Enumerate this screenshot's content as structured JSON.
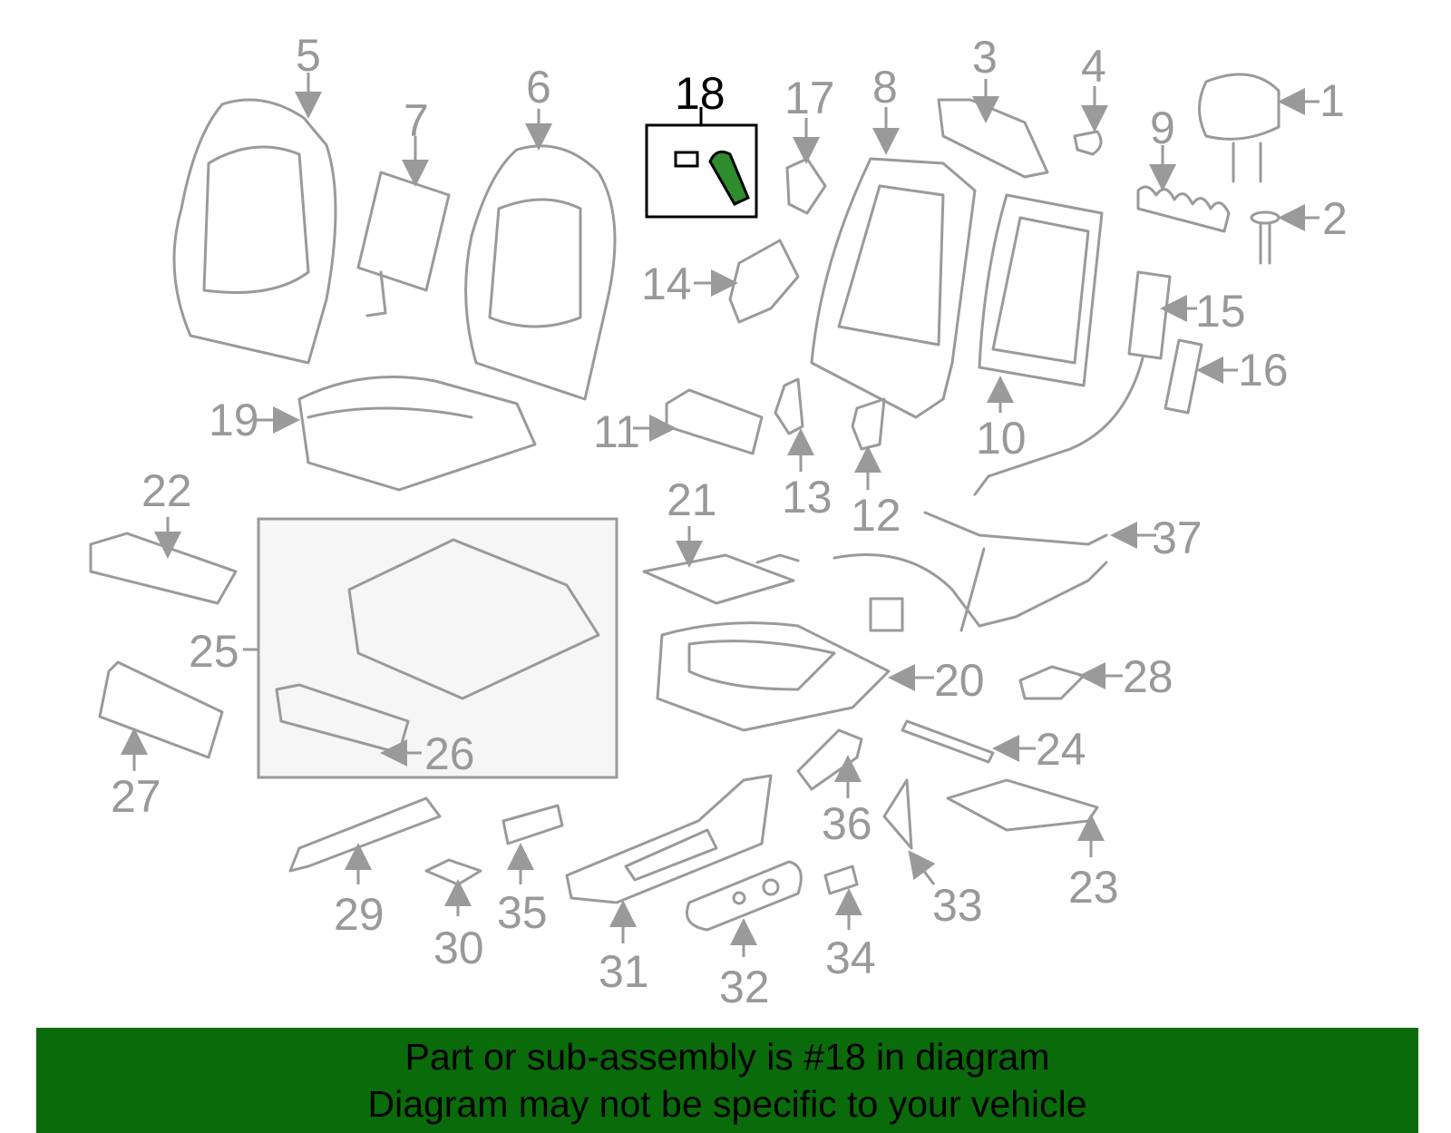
{
  "highlight": {
    "number": "18",
    "color": "#2e8b2e"
  },
  "callouts": [
    "1",
    "2",
    "3",
    "4",
    "5",
    "6",
    "7",
    "8",
    "9",
    "10",
    "11",
    "12",
    "13",
    "14",
    "15",
    "16",
    "17",
    "19",
    "20",
    "21",
    "22",
    "23",
    "24",
    "25",
    "26",
    "27",
    "28",
    "29",
    "30",
    "31",
    "32",
    "33",
    "34",
    "35",
    "36",
    "37"
  ],
  "banner": {
    "line1": "Part or sub-assembly is #18 in diagram",
    "line2": "Diagram may not be specific to your vehicle",
    "background": "#0a6b0a"
  }
}
